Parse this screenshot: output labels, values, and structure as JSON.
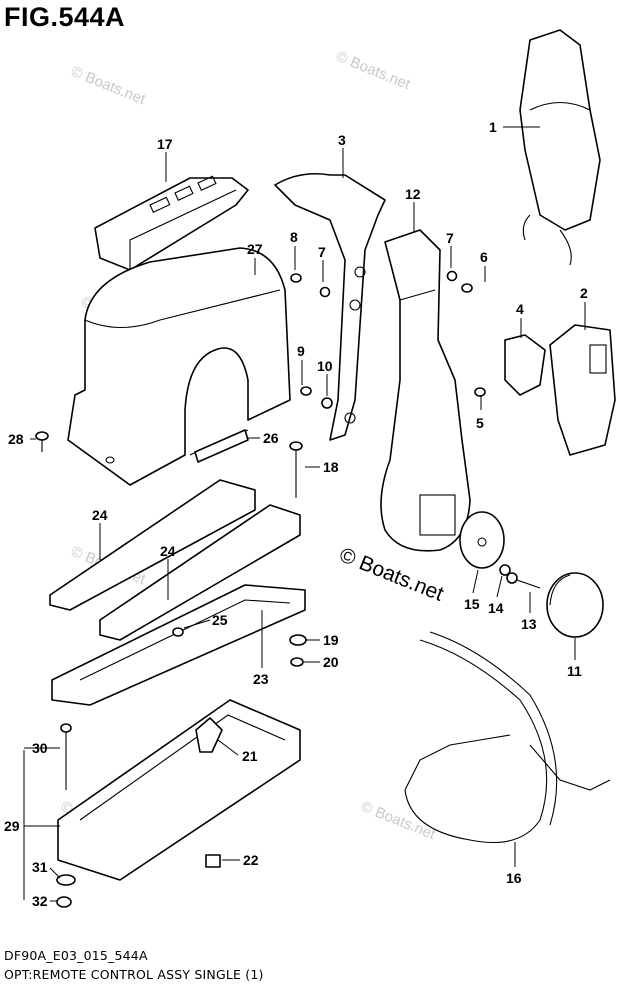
{
  "figure": {
    "title": "FIG.544A",
    "footer_code": "DF90A_E03_015_544A",
    "footer_caption": "OPT:REMOTE CONTROL ASSY SINGLE (1)",
    "watermark": "© Boats.net"
  },
  "callouts": {
    "c1": "1",
    "c2": "2",
    "c3": "3",
    "c4": "4",
    "c5": "5",
    "c6": "6",
    "c7a": "7",
    "c7b": "7",
    "c8": "8",
    "c9": "9",
    "c10": "10",
    "c11": "11",
    "c12": "12",
    "c13": "13",
    "c14": "14",
    "c15": "15",
    "c16": "16",
    "c17": "17",
    "c18": "18",
    "c19": "19",
    "c20": "20",
    "c21": "21",
    "c22": "22",
    "c23": "23",
    "c24a": "24",
    "c24b": "24",
    "c25": "25",
    "c26": "26",
    "c27": "27",
    "c28": "28",
    "c29": "29",
    "c30": "30",
    "c31": "31",
    "c32": "32"
  }
}
